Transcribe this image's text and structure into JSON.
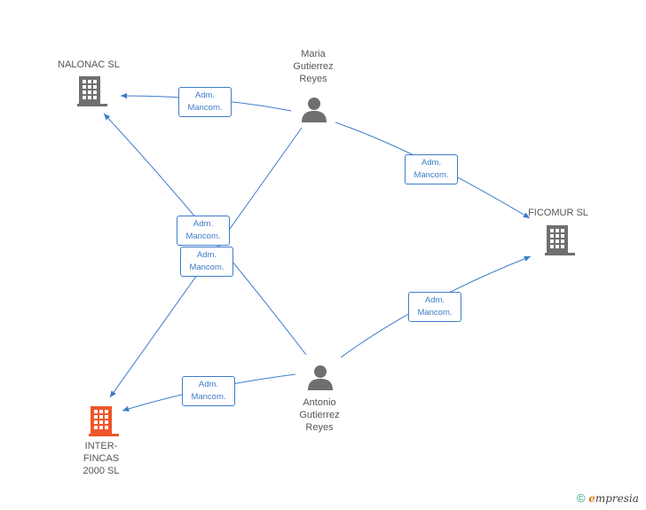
{
  "nodes": {
    "nalonac": {
      "label": "NALONAC SL"
    },
    "ficomur": {
      "label": "FICOMUR SL"
    },
    "interfincas": {
      "label_lines": [
        "INTER-",
        "FINCAS",
        "2000 SL"
      ]
    },
    "maria": {
      "label_lines": [
        "Maria",
        "Gutierrez",
        "Reyes"
      ]
    },
    "antonio": {
      "label_lines": [
        "Antonio",
        "Gutierrez",
        "Reyes"
      ]
    }
  },
  "relations": [
    {
      "line1": "Adm.",
      "line2": "Mancom."
    },
    {
      "line1": "Adm.",
      "line2": "Mancom."
    },
    {
      "line1": "Adm.",
      "line2": "Mancom."
    },
    {
      "line1": "Adm.",
      "line2": "Mancom."
    },
    {
      "line1": "Adm.",
      "line2": "Mancom."
    },
    {
      "line1": "Adm.",
      "line2": "Mancom."
    }
  ],
  "colors": {
    "edge": "#3d7cc9",
    "company_icon": "#6f6f6f",
    "highlight_company_icon": "#f0562a",
    "person_icon": "#6f6f6f"
  },
  "footer": {
    "copyright_symbol": "©",
    "brand_initial": "e",
    "brand_rest": "mpresia"
  }
}
